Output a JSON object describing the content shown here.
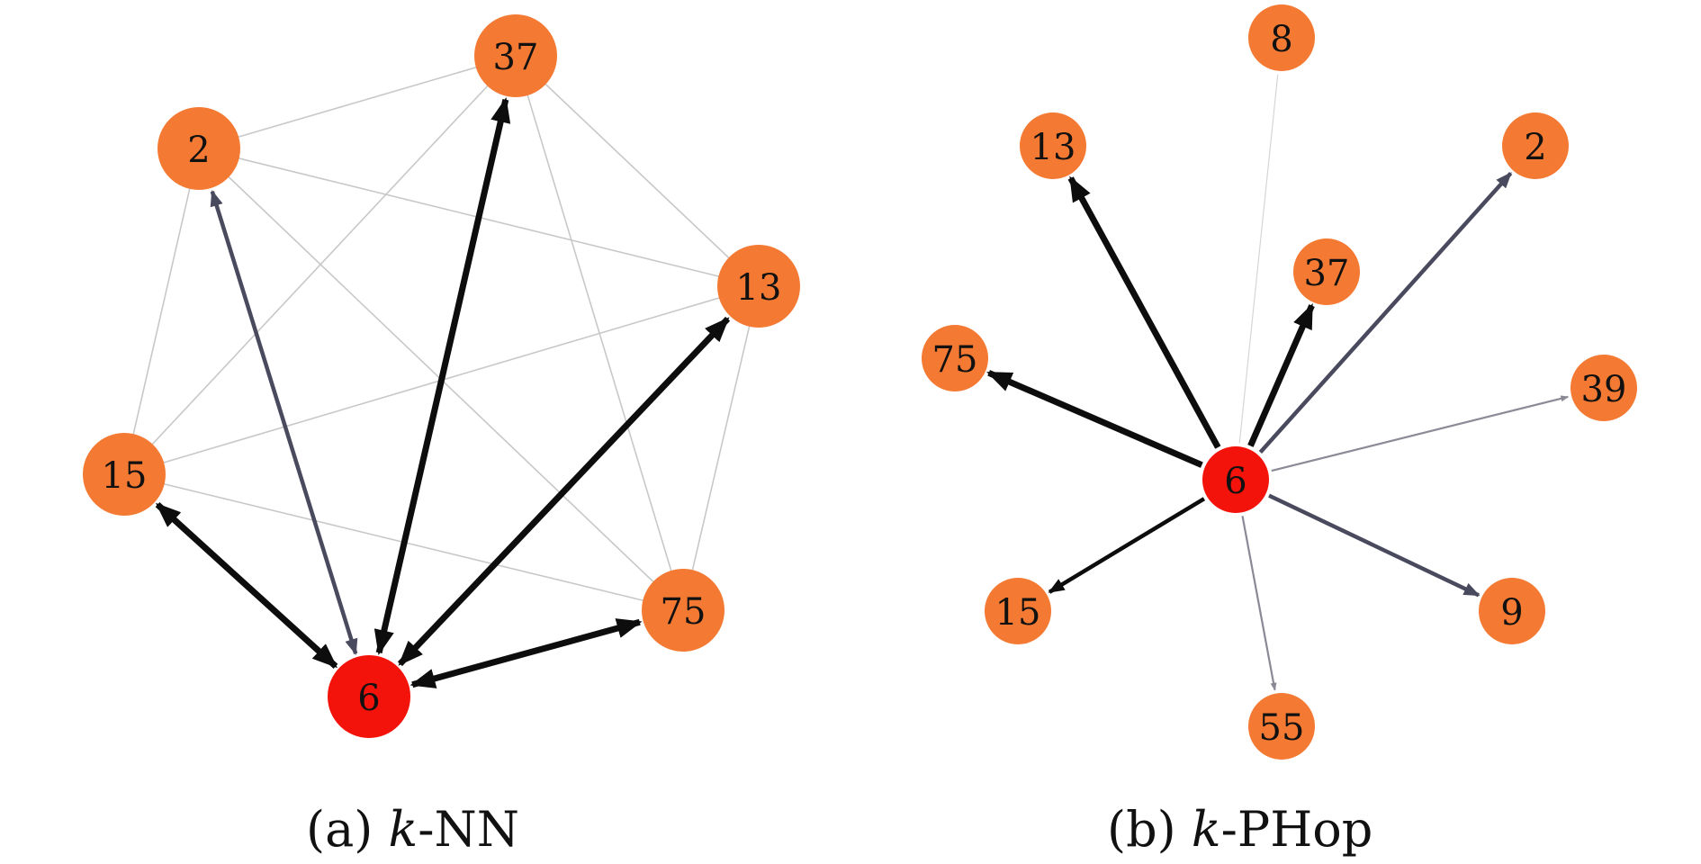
{
  "colors": {
    "node_fill": "#F47A33",
    "center_fill": "#F4130B",
    "edge_light": "#C8C8C8",
    "edge_dark": "#0D0D0D",
    "edge_slate": "#4A4A5E",
    "edge_gray": "#8A8A96",
    "edge_faint": "#D6D6D6"
  },
  "panels": [
    {
      "id": "a",
      "caption_prefix": "(a) ",
      "caption_k": "k",
      "caption_rest": "-NN",
      "nodes": [
        "37",
        "2",
        "13",
        "15",
        "75",
        "6"
      ],
      "center": "6",
      "directed_edges": [
        {
          "from": "6",
          "to": "2",
          "tone": "slate",
          "weight": "medium",
          "bidirectional": true
        },
        {
          "from": "6",
          "to": "37",
          "tone": "dark",
          "weight": "heavy",
          "bidirectional": true
        },
        {
          "from": "6",
          "to": "13",
          "tone": "dark",
          "weight": "heavy",
          "bidirectional": true
        },
        {
          "from": "6",
          "to": "15",
          "tone": "dark",
          "weight": "heavy",
          "bidirectional": true
        },
        {
          "from": "6",
          "to": "75",
          "tone": "dark",
          "weight": "heavy",
          "bidirectional": true
        }
      ],
      "undirected_edges": [
        [
          "2",
          "37"
        ],
        [
          "2",
          "13"
        ],
        [
          "2",
          "15"
        ],
        [
          "2",
          "75"
        ],
        [
          "37",
          "15"
        ],
        [
          "37",
          "13"
        ],
        [
          "37",
          "75"
        ],
        [
          "13",
          "15"
        ],
        [
          "13",
          "75"
        ],
        [
          "15",
          "75"
        ]
      ]
    },
    {
      "id": "b",
      "caption_prefix": "(b) ",
      "caption_k": "k",
      "caption_rest": "-PHop",
      "nodes": [
        "8",
        "13",
        "2",
        "37",
        "75",
        "39",
        "6",
        "15",
        "9",
        "55"
      ],
      "center": "6",
      "directed_edges": [
        {
          "from": "6",
          "to": "13",
          "tone": "dark",
          "weight": "heavy"
        },
        {
          "from": "6",
          "to": "75",
          "tone": "dark",
          "weight": "heavy"
        },
        {
          "from": "6",
          "to": "37",
          "tone": "dark",
          "weight": "heavy"
        },
        {
          "from": "6",
          "to": "15",
          "tone": "dark",
          "weight": "medium"
        },
        {
          "from": "6",
          "to": "2",
          "tone": "slate",
          "weight": "medium"
        },
        {
          "from": "6",
          "to": "9",
          "tone": "slate",
          "weight": "medium"
        },
        {
          "from": "6",
          "to": "55",
          "tone": "gray",
          "weight": "light"
        },
        {
          "from": "6",
          "to": "39",
          "tone": "gray",
          "weight": "light"
        },
        {
          "from": "6",
          "to": "8",
          "tone": "faint",
          "weight": "hair",
          "arrow": false
        }
      ],
      "undirected_edges": []
    }
  ]
}
